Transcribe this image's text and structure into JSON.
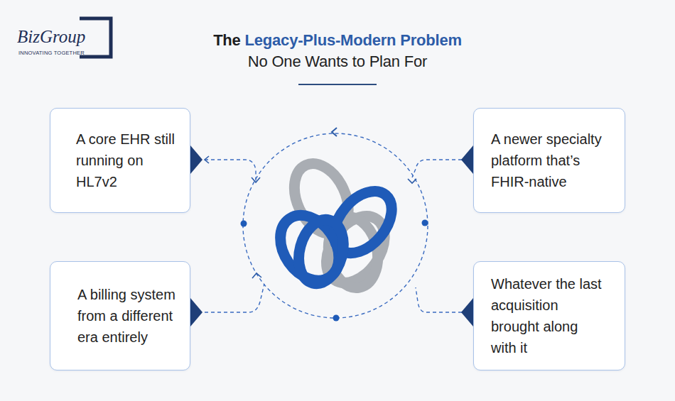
{
  "diagram": {
    "title": "The Legacy-Plus-Modern Problem No One Wants to Plan For",
    "nodes": [
      {
        "text": [
          "A core EHR still running on HL7v2"
        ]
      },
      {
        "text": [
          "A newer specialty platform that’s FHIR-native"
        ]
      },
      {
        "text": [
          "A billing system from a different era entirely"
        ]
      },
      {
        "text": [
          "Whatever the last acquisition brought along with it"
        ]
      }
    ],
    "labels": [
      "BizGroup",
      "INNOVATING TOGETHER"
    ]
  }
}
